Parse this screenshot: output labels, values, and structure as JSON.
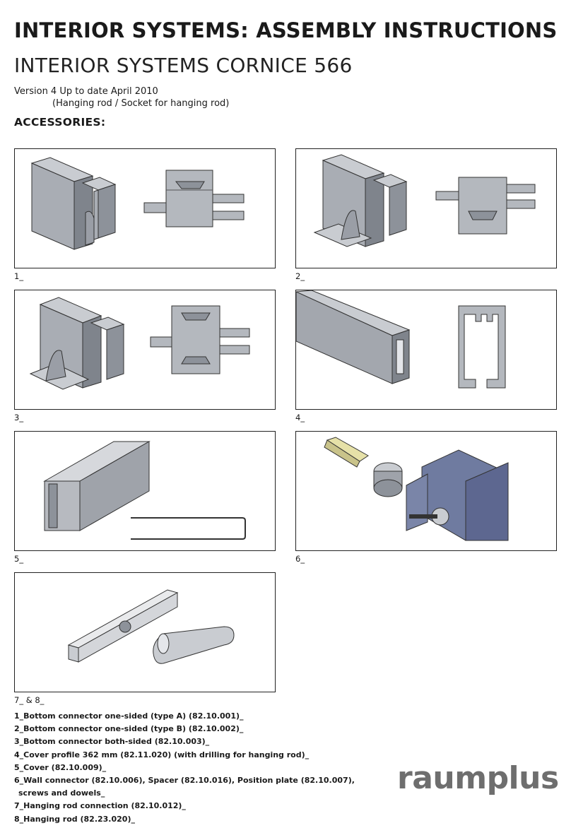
{
  "header": {
    "title": "INTERIOR SYSTEMS: ASSEMBLY INSTRUCTIONS",
    "subtitle": "INTERIOR SYSTEMS CORNICE 566",
    "version": "Version 4 Up to date April 2010",
    "version_note": "(Hanging rod / Socket for hanging rod)",
    "section": "ACCESSORIES:"
  },
  "panels": [
    {
      "label": "1_"
    },
    {
      "label": "2_"
    },
    {
      "label": "3_"
    },
    {
      "label": "4_"
    },
    {
      "label": "5_"
    },
    {
      "label": "6_"
    },
    {
      "label": "7_  & 8_"
    }
  ],
  "legend": [
    "1_Bottom connector one-sided (type A) (82.10.001)_",
    "2_Bottom connector one-sided (type B) (82.10.002)_",
    "3_Bottom connector both-sided (82.10.003)_",
    "4_Cover profile 362 mm (82.11.020) (with drilling for hanging rod)_",
    "5_Cover (82.10.009)_",
    "6_Wall connector (82.10.006), Spacer (82.10.016), Position plate (82.10.007),",
    "screws and dowels_",
    "7_Hanging rod connection (82.10.012)_",
    "8_Hanging rod (82.23.020)_"
  ],
  "logo": "raumplus",
  "colors": {
    "part_fill": "#a9adb4",
    "part_dark": "#7f848c",
    "part_light": "#c9ccd1",
    "wall_metal": "#6f7ba0",
    "border": "#222222"
  }
}
